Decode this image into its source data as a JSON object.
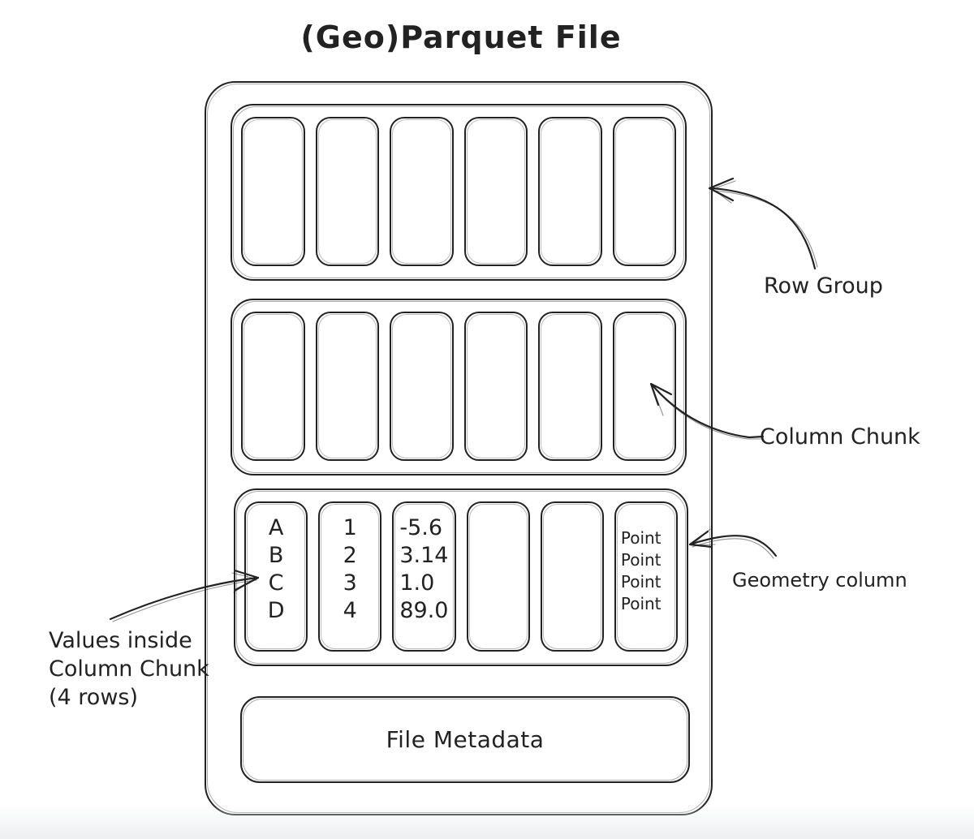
{
  "title": "(Geo)Parquet File",
  "diagram": {
    "row_groups": [
      {
        "name": "row-group-1",
        "columns": [
          {
            "values": []
          },
          {
            "values": []
          },
          {
            "values": []
          },
          {
            "values": []
          },
          {
            "values": []
          },
          {
            "values": []
          }
        ]
      },
      {
        "name": "row-group-2",
        "columns": [
          {
            "values": []
          },
          {
            "values": []
          },
          {
            "values": []
          },
          {
            "values": []
          },
          {
            "values": []
          },
          {
            "values": []
          }
        ]
      },
      {
        "name": "row-group-3",
        "columns": [
          {
            "values": [
              "A",
              "B",
              "C",
              "D"
            ]
          },
          {
            "values": [
              "1",
              "2",
              "3",
              "4"
            ]
          },
          {
            "values": [
              "-5.6",
              "3.14",
              "1.0",
              "89.0"
            ]
          },
          {
            "values": []
          },
          {
            "values": []
          },
          {
            "values": [
              "Point",
              "Point",
              "Point",
              "Point"
            ]
          }
        ]
      }
    ],
    "file_metadata_label": "File Metadata"
  },
  "annotations": {
    "row_group": "Row Group",
    "column_chunk": "Column Chunk",
    "geometry_column": "Geometry column",
    "values_inside": [
      "Values inside",
      "Column Chunk",
      "(4 rows)"
    ]
  },
  "colors": {
    "ink": "#222222",
    "background": "#ffffff",
    "bottom_fade": "#eef0f2"
  }
}
